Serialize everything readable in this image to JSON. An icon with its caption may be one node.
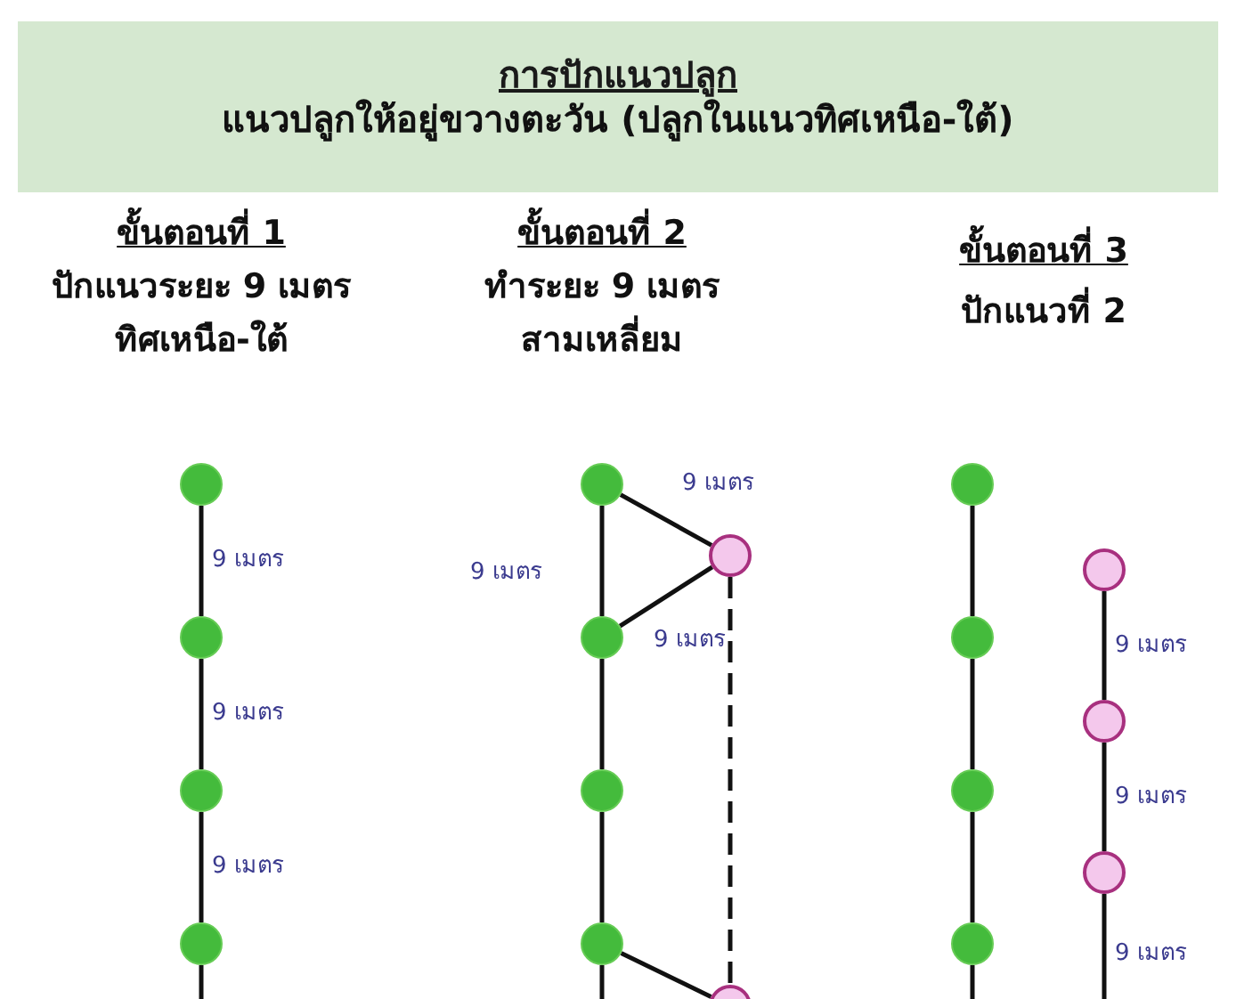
{
  "diagram": {
    "title": "การปักแนวปลูก",
    "nodes": [
      {
        "text": [],
        "shape": "circle"
      },
      {
        "text": [],
        "shape": "circle"
      },
      {
        "text": [],
        "shape": "circle"
      },
      {
        "text": [],
        "shape": "circle"
      },
      {
        "text": [],
        "shape": "circle"
      },
      {
        "text": [],
        "shape": "circle"
      },
      {
        "text": [],
        "shape": "circle"
      },
      {
        "text": [],
        "shape": "circle"
      },
      {
        "text": [],
        "shape": "circle"
      },
      {
        "text": [],
        "shape": "circle"
      },
      {
        "text": [],
        "shape": "circle"
      },
      {
        "text": [],
        "shape": "circle"
      },
      {
        "text": [],
        "shape": "circle"
      },
      {
        "text": [],
        "shape": "circle"
      },
      {
        "text": [],
        "shape": "circle"
      },
      {
        "text": [],
        "shape": "circle"
      },
      {
        "text": [],
        "shape": "circle"
      }
    ],
    "edges": [
      {
        "from": 0,
        "to": 1,
        "arrow": "none",
        "label": "9 เมตร"
      },
      {
        "from": 1,
        "to": 2,
        "arrow": "none",
        "label": "9 เมตร"
      },
      {
        "from": 2,
        "to": 3,
        "arrow": "none",
        "label": "9 เมตร"
      },
      {
        "from": 3,
        "to": null,
        "arrow": "none"
      },
      {
        "from": 4,
        "to": 5,
        "arrow": "none",
        "label": "9 เมตร"
      },
      {
        "from": 5,
        "to": 6,
        "arrow": "none"
      },
      {
        "from": 6,
        "to": 7,
        "arrow": "none"
      },
      {
        "from": 7,
        "to": null,
        "arrow": "none"
      },
      {
        "from": 4,
        "to": 8,
        "arrow": "none",
        "label": "9 เมตร"
      },
      {
        "from": 5,
        "to": 8,
        "arrow": "none",
        "label": "9 เมตร"
      },
      {
        "from": 8,
        "to": 9,
        "arrow": "none",
        "style": "dashed"
      },
      {
        "from": 7,
        "to": 9,
        "arrow": "none"
      },
      {
        "from": 10,
        "to": 11,
        "arrow": "none"
      },
      {
        "from": 11,
        "to": 12,
        "arrow": "none"
      },
      {
        "from": 12,
        "to": 13,
        "arrow": "none"
      },
      {
        "from": 13,
        "to": null,
        "arrow": "none"
      },
      {
        "from": 14,
        "to": 15,
        "arrow": "none",
        "label": "9 เมตร"
      },
      {
        "from": 15,
        "to": 16,
        "arrow": "none",
        "label": "9 เมตร"
      },
      {
        "from": 16,
        "to": null,
        "arrow": "none",
        "label": "9 เมตร"
      }
    ],
    "labels": [
      "แนวปลูกให้อยู่ขวางตะวัน (ปลูกในแนวทิศเหนือ-ใต้)",
      "ขั้นตอนที่ 1",
      "ปักแนวระยะ 9 เมตร ทิศเหนือ-ใต้",
      "ขั้นตอนที่ 2",
      "ทำระยะ 9 เมตร สามเหลี่ยม",
      "ขั้นตอนที่ 3",
      "ปักแนวที่ 2"
    ]
  }
}
